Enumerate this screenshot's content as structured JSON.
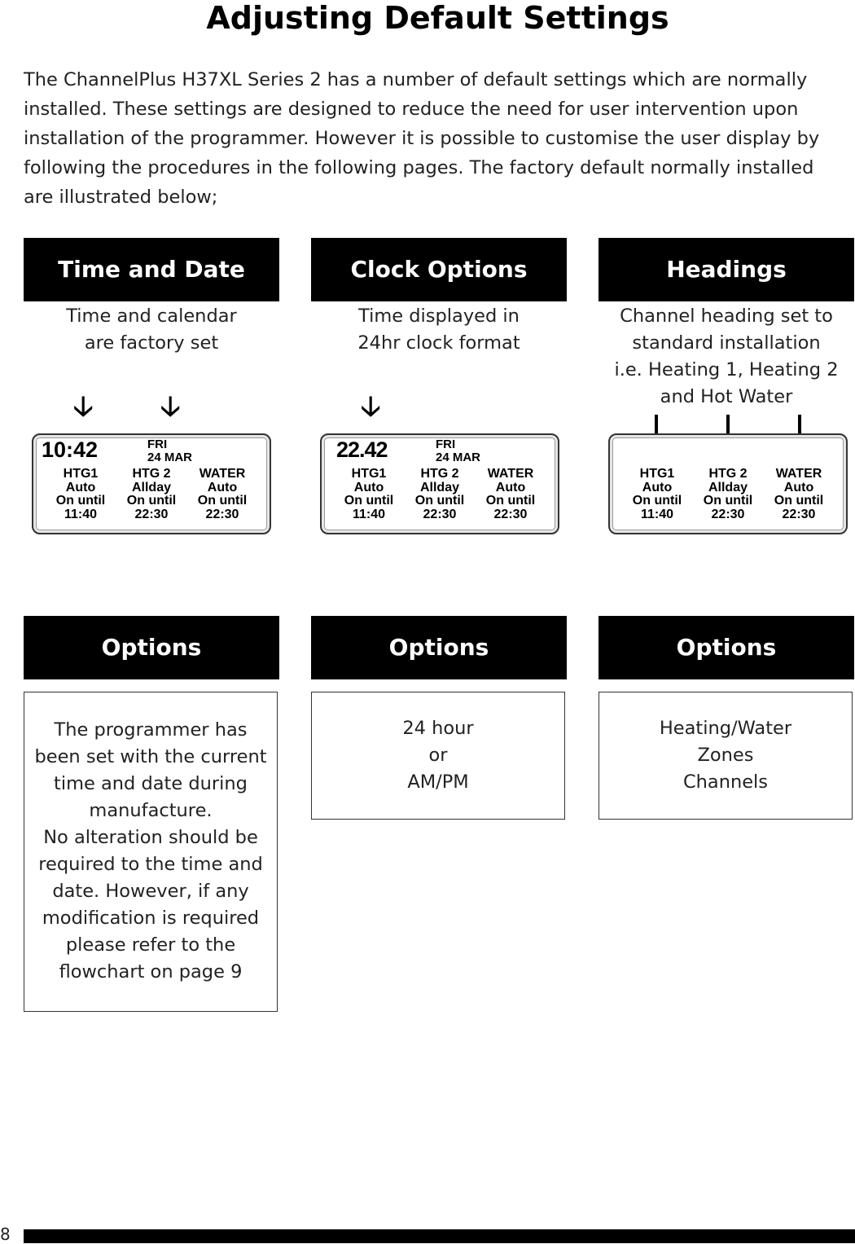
{
  "page": {
    "title": "Adjusting Default Settings",
    "intro": "The ChannelPlus H37XL Series 2 has a number of default settings which are normally installed. These settings are designed to reduce the need for user intervention upon installation of the programmer. However it is possible to customise the user display by following the procedures in the following pages. The factory default normally installed are illustrated below;",
    "page_number": "8"
  },
  "columns": [
    {
      "header": "Time and Date",
      "desc": [
        "Time and calendar",
        "are factory set"
      ],
      "display": {
        "time": "10:42",
        "day": "FRI",
        "date": "24 MAR",
        "channels": [
          {
            "name": "HTG1",
            "mode": "Auto",
            "state": "On until",
            "time": "11:40"
          },
          {
            "name": "HTG 2",
            "mode": "Allday",
            "state": "On until",
            "time": "22:30"
          },
          {
            "name": "WATER",
            "mode": "Auto",
            "state": "On until",
            "time": "22:30"
          }
        ]
      },
      "options_header": "Options",
      "options_text": [
        "The programmer has",
        "been set with the current",
        "time and date during",
        "manufacture.",
        "No alteration should be",
        "required to the time and",
        "date. However, if any",
        "modification is required",
        "please refer to the",
        "flowchart on page 9"
      ]
    },
    {
      "header": "Clock Options",
      "desc": [
        "Time displayed in",
        "24hr clock format"
      ],
      "display": {
        "time": "22.42",
        "day": "FRI",
        "date": "24 MAR",
        "channels": [
          {
            "name": "HTG1",
            "mode": "Auto",
            "state": "On until",
            "time": "11:40"
          },
          {
            "name": "HTG 2",
            "mode": "Allday",
            "state": "On until",
            "time": "22:30"
          },
          {
            "name": "WATER",
            "mode": "Auto",
            "state": "On until",
            "time": "22:30"
          }
        ]
      },
      "options_header": "Options",
      "options_text": [
        "24 hour",
        "or",
        "AM/PM"
      ]
    },
    {
      "header": "Headings",
      "desc": [
        "Channel heading set to",
        "standard installation",
        "i.e. Heating 1, Heating 2",
        "and Hot Water"
      ],
      "display": {
        "channels": [
          {
            "name": "HTG1",
            "mode": "Auto",
            "state": "On until",
            "time": "11:40"
          },
          {
            "name": "HTG 2",
            "mode": "Allday",
            "state": "On until",
            "time": "22:30"
          },
          {
            "name": "WATER",
            "mode": "Auto",
            "state": "On until",
            "time": "22:30"
          }
        ]
      },
      "options_header": "Options",
      "options_text": [
        "Heating/Water",
        "Zones",
        "Channels"
      ]
    }
  ],
  "icons": {
    "arrow": "down-arrow-icon"
  }
}
